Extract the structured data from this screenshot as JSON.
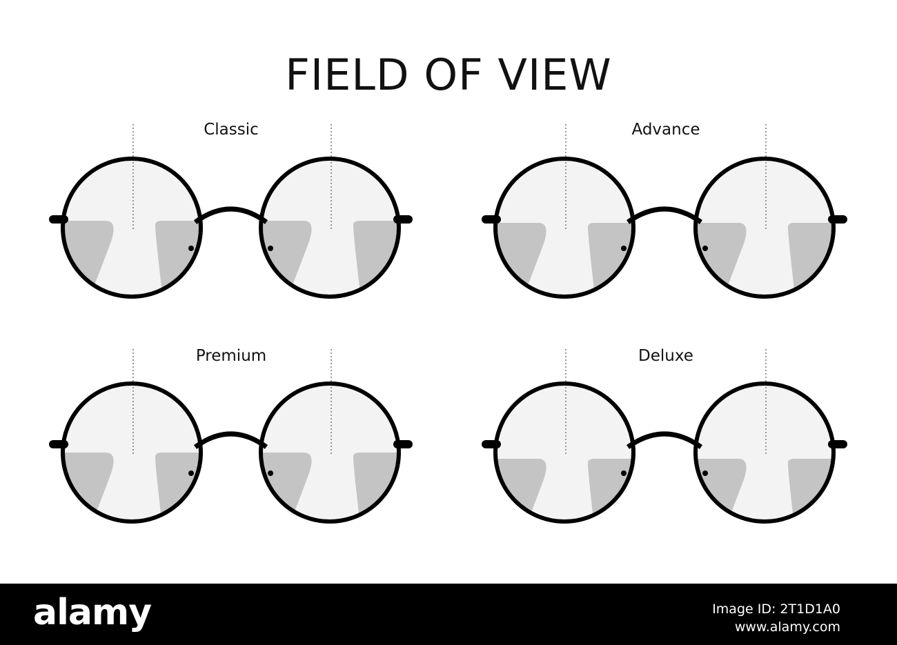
{
  "title": "FIELD OF VIEW",
  "colors": {
    "frame": "#000000",
    "lens": "#f3f3f3",
    "blur_zone": "#c4c4c4",
    "guide_line": "#777777",
    "footer_bg": "#000000",
    "footer_text": "#ffffff"
  },
  "variants": [
    {
      "label": "Classic"
    },
    {
      "label": "Advance"
    },
    {
      "label": "Premium"
    },
    {
      "label": "Deluxe"
    }
  ],
  "footer": {
    "brand": "alamy",
    "image_id": "Image ID: 2T1D1A0",
    "url": "www.alamy.com"
  }
}
